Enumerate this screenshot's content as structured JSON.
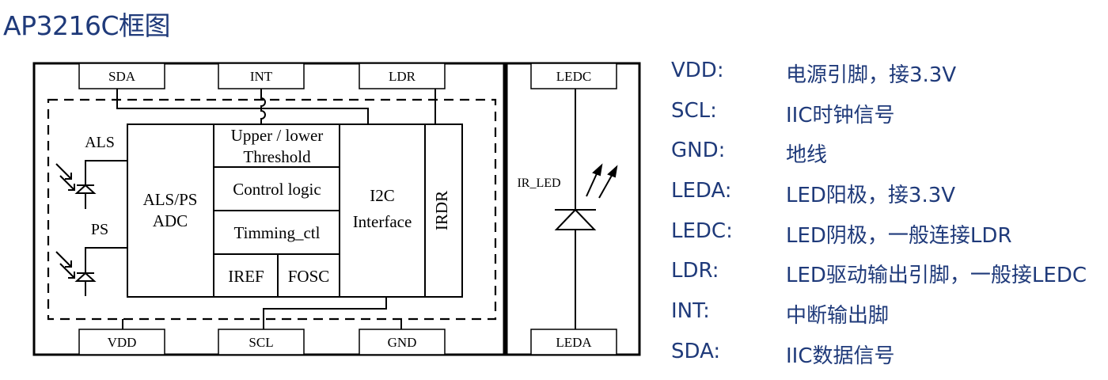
{
  "title": "AP3216C框图",
  "diagram": {
    "pins_top": [
      "SDA",
      "INT",
      "LDR"
    ],
    "pins_bottom": [
      "VDD",
      "SCL",
      "GND"
    ],
    "led_pin_top": "LEDC",
    "led_pin_bottom": "LEDA",
    "als_label": "ALS",
    "ps_label": "PS",
    "adc_label_line1": "ALS/PS",
    "adc_label_line2": "ADC",
    "threshold_line1": "Upper / lower",
    "threshold_line2": "Threshold",
    "control_logic": "Control logic",
    "timing_ctl": "Timming_ctl",
    "iref": "IREF",
    "fosc": "FOSC",
    "i2c_line1": "I2C",
    "i2c_line2": "Interface",
    "irdr": "IRDR",
    "ir_led": "IR_LED"
  },
  "legend": [
    {
      "key": "VDD:",
      "desc": "电源引脚，接3.3V"
    },
    {
      "key": "SCL:",
      "desc": "IIC时钟信号"
    },
    {
      "key": "GND:",
      "desc": "地线"
    },
    {
      "key": "LEDA:",
      "desc": "LED阳极，接3.3V"
    },
    {
      "key": "LEDC:",
      "desc": "LED阴极，一般连接LDR"
    },
    {
      "key": "LDR:",
      "desc": "LED驱动输出引脚，一般接LEDC"
    },
    {
      "key": "INT:",
      "desc": "中断输出脚"
    },
    {
      "key": "SDA:",
      "desc": "IIC数据信号"
    }
  ]
}
